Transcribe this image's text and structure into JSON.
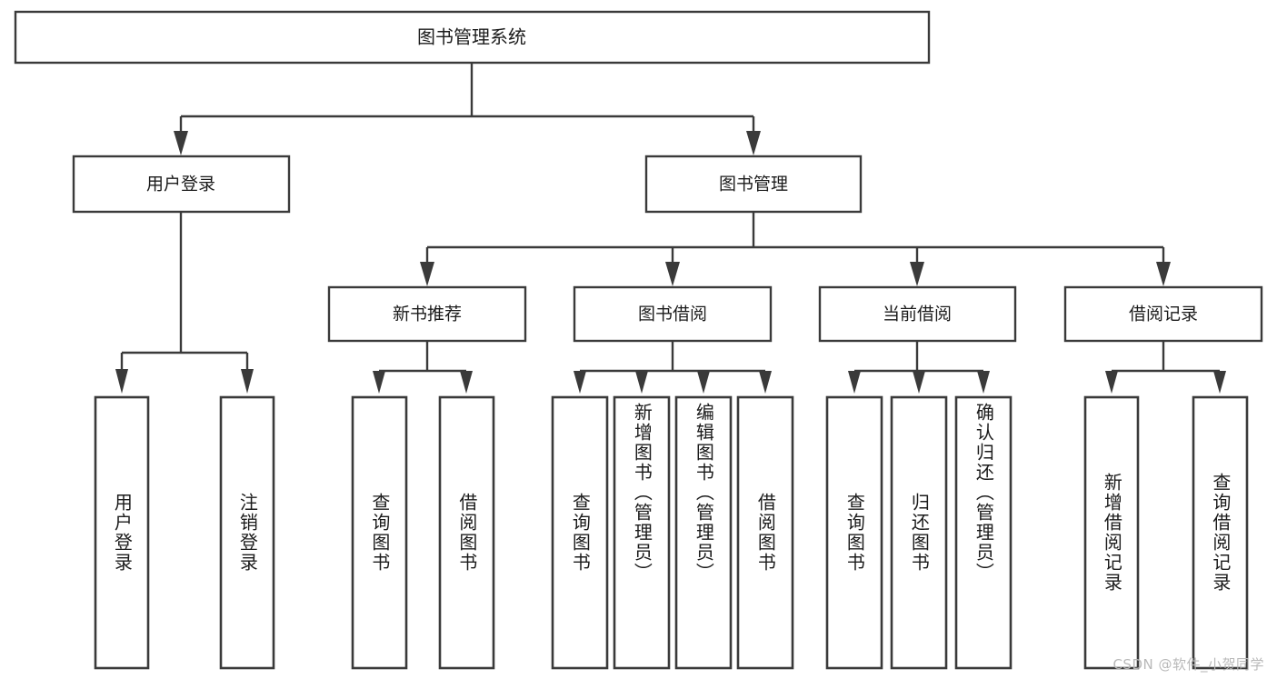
{
  "diagram": {
    "title": "图书管理系统",
    "watermark": "CSDN @软件_小贺同学",
    "style": {
      "box_fill": "#ffffff",
      "box_stroke": "#3a3a3a",
      "text_color": "#1b1b1b",
      "watermark_color": "#b9b9b9",
      "background": "#ffffff"
    },
    "nodes": {
      "root": {
        "label": "图书管理系统"
      },
      "level2": [
        {
          "label": "用户登录"
        },
        {
          "label": "图书管理"
        }
      ],
      "level3": [
        {
          "label": "新书推荐"
        },
        {
          "label": "图书借阅"
        },
        {
          "label": "当前借阅"
        },
        {
          "label": "借阅记录"
        }
      ],
      "leaves": {
        "user_login": [
          {
            "label": "用户登录"
          },
          {
            "label": "注销登录"
          }
        ],
        "new_book_recommend": [
          {
            "label": "查询图书"
          },
          {
            "label": "借阅图书"
          }
        ],
        "book_borrow": [
          {
            "label": "查询图书"
          },
          {
            "label": "新增图书（管理员）"
          },
          {
            "label": "编辑图书（管理员）"
          },
          {
            "label": "借阅图书"
          }
        ],
        "current_borrow": [
          {
            "label": "查询图书"
          },
          {
            "label": "归还图书"
          },
          {
            "label": "确认归还（管理员）"
          }
        ],
        "borrow_records": [
          {
            "label": "新增借阅记录"
          },
          {
            "label": "查询借阅记录"
          }
        ]
      }
    }
  }
}
